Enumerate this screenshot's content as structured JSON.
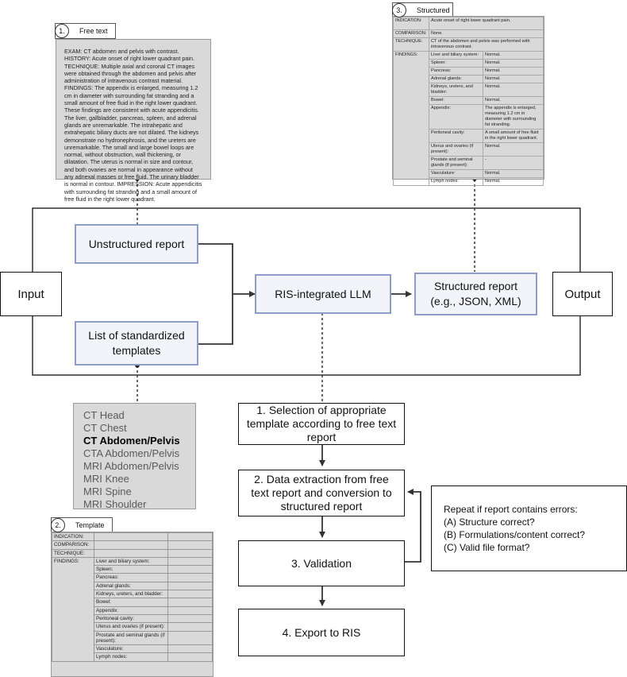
{
  "free_text": {
    "number": "1.",
    "label": "Free text",
    "body": "EXAM: CT abdomen and pelvis with contrast. HISTORY: Acute onset of right lower quadrant pain. TECHNIQUE: Multiple axial and coronal CT images were obtained through the abdomen and pelvis after administration of intravenous contrast material. FINDINGS: The appendix is enlarged, measuring 1.2 cm in diameter with surrounding fat stranding and a small amount of free fluid in the right lower quadrant. These findings are consistent with acute appendicitis. The liver, gallbladder, pancreas, spleen, and adrenal glands are unremarkable. The intrahepatic and extrahepatic biliary ducts are not dilated. The kidneys demonstrate no hydronephrosis, and the ureters are unremarkable. The small and large bowel loops are normal, without obstruction, wall thickening, or dilatation. The uterus is normal in size and contour, and both ovaries are normal in appearance without any adnexal masses or free fluid. The urinary bladder is normal in contour. IMPRESSION: Acute appendicitis with surrounding fat stranding and a small amount of free fluid in the right lower quadrant."
  },
  "structured": {
    "number": "3.",
    "label": "Structured",
    "indication_label": "INDICATION:",
    "indication_value": "Acute onset of right lower quadrant pain.",
    "comparison_label": "COMPARISON:",
    "comparison_value": "None.",
    "technique_label": "TECHNIQUE:",
    "technique_value": "CT of the abdomen and pelvis was performed with intravenous contrast.",
    "findings_label": "FINDINGS:",
    "findings": [
      {
        "name": "Liver and biliary system:",
        "value": "Normal."
      },
      {
        "name": "Spleen:",
        "value": "Normal."
      },
      {
        "name": "Pancreas:",
        "value": "Normal."
      },
      {
        "name": "Adrenal glands:",
        "value": "Normal."
      },
      {
        "name": "Kidneys, ureters, and bladder:",
        "value": "Normal."
      },
      {
        "name": "Bowel:",
        "value": "Normal."
      },
      {
        "name": "Appendix:",
        "value": "The appendix is enlarged, measuring 1.2 cm in diameter with surrounding fat stranding."
      },
      {
        "name": "Peritoneal cavity:",
        "value": "A small amount of free fluid in the right lower quadrant."
      },
      {
        "name": "Uterus and ovaries (if present):",
        "value": "Normal."
      },
      {
        "name": "Prostate and seminal glands (if present):",
        "value": "-"
      },
      {
        "name": "Vasculature:",
        "value": "Normal."
      },
      {
        "name": "Lymph nodes:",
        "value": "Normal."
      }
    ]
  },
  "template": {
    "number": "2.",
    "label": "Template",
    "indication_label": "INDICATION:",
    "comparison_label": "COMPARISON:",
    "technique_label": "TECHNIQUE:",
    "findings_label": "FINDINGS:",
    "findings": [
      "Liver and biliary system:",
      "Spleen:",
      "Pancreas:",
      "Adrenal glands:",
      "Kidneys, ureters, and bladder:",
      "Bowel:",
      "Appendix:",
      "Peritoneal cavity:",
      "Uterus and ovaries (if present):",
      "Prostate and seminal glands (if present):",
      "Vasculature:",
      "Lymph nodes:"
    ]
  },
  "flow": {
    "input": "Input",
    "output": "Output",
    "unstructured": "Unstructured report",
    "templates_list_line1": "List of standardized",
    "templates_list_line2": "templates",
    "llm": "RIS-integrated LLM",
    "structured_line1": "Structured report",
    "structured_line2": "(e.g., JSON, XML)"
  },
  "template_list": {
    "items": [
      "CT Head",
      "CT Chest",
      "CT Abdomen/Pelvis",
      "CTA Abdomen/Pelvis",
      "MRI Abdomen/Pelvis",
      "MRI Knee",
      "MRI Spine",
      "MRI Shoulder"
    ],
    "selected": "CT Abdomen/Pelvis"
  },
  "steps": {
    "step1": "1. Selection of appropriate template according to free text report",
    "step2": "2. Data extraction from free text report and conversion to structured report",
    "step3": "3. Validation",
    "step4": "4. Export to RIS"
  },
  "repeat": {
    "title": "Repeat if report contains errors:",
    "items": [
      "(A) Structure correct?",
      "(B) Formulations/content correct?",
      "(C) Valid file format?"
    ]
  },
  "colors": {
    "node_fill": "#f3f4f9",
    "node_border": "#8e9cc8",
    "panel_gray": "#d9d9d9",
    "arrow": "#333333"
  }
}
